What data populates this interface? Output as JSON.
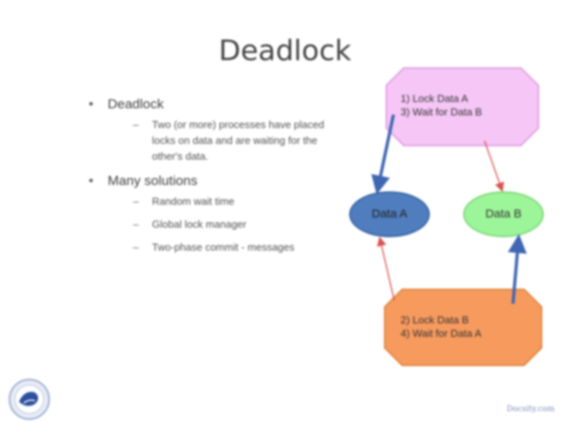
{
  "title": "Deadlock",
  "bullets": [
    {
      "label": "Deadlock",
      "sub": [
        "Two (or more) processes have placed locks on data and are waiting for the other's data."
      ]
    },
    {
      "label": "Many solutions",
      "sub": [
        "Random wait time",
        "Global lock manager",
        "Two-phase commit - messages"
      ]
    }
  ],
  "diagram": {
    "top_process": {
      "lines": [
        "1) Lock Data A",
        "3) Wait for Data B"
      ],
      "color": "#f6c6f6"
    },
    "bottom_process": {
      "lines": [
        "2) Lock Data B",
        "4) Wait for Data A"
      ],
      "color": "#f79a5e"
    },
    "data_a": {
      "label": "Data A",
      "color": "#4f7dbd"
    },
    "data_b": {
      "label": "Data B",
      "color": "#9df59a"
    },
    "lock_arrow_color": "#3f66b3",
    "wait_arrow_color": "#d9534f"
  },
  "footer": "Docsity.com"
}
